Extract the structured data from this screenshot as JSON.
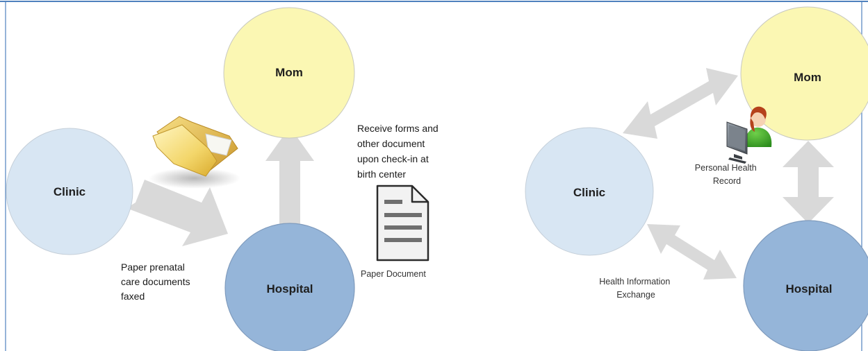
{
  "panels": {
    "paper": {
      "nodes": {
        "mom": "Mom",
        "clinic": "Clinic",
        "hospital": "Hospital"
      },
      "captions": {
        "fax": [
          "Paper prenatal",
          "care documents",
          "faxed"
        ],
        "checkin": [
          "Receive forms and",
          "other document",
          "upon check-in at",
          "birth center"
        ],
        "document": "Paper Document"
      },
      "icons": [
        "folder-icon",
        "paper-document-icon"
      ]
    },
    "electronic": {
      "nodes": {
        "mom": "Mom",
        "clinic": "Clinic",
        "hospital": "Hospital"
      },
      "captions": {
        "phr": [
          "Personal Health",
          "Record"
        ],
        "hie": [
          "Health Information",
          "Exchange"
        ]
      },
      "icons": [
        "person-at-computer-icon"
      ]
    }
  },
  "colors": {
    "mom_fill": "#fbf7b3",
    "clinic_fill": "#d8e6f3",
    "hospital_fill": "#95b5d9",
    "arrow_fill": "#d9d9d9",
    "frame_line": "#4f81bd"
  }
}
